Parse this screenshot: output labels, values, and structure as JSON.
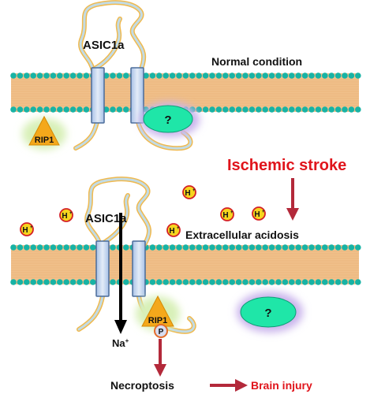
{
  "top_panel": {
    "channel_label": "ASIC1a",
    "condition_label": "Normal condition",
    "kinase_label": "RIP1",
    "unknown_label": "?"
  },
  "bottom_panel": {
    "trigger_label": "Ischemic stroke",
    "channel_label": "ASIC1a",
    "acidosis_label": "Extracellular acidosis",
    "proton_label": "H",
    "proton_charge": "+",
    "ion_label": "Na",
    "ion_charge": "+",
    "kinase_label": "RIP1",
    "phospho_label": "P",
    "unknown_label": "?",
    "necroptosis_label": "Necroptosis",
    "outcome_label": "Brain injury"
  },
  "colors": {
    "membrane_teal": "#17b3a5",
    "membrane_tail": "#f0c08a",
    "channel_fill": "#bcd0ee",
    "channel_stroke": "#4a6c9a",
    "loop_fill": "#c2dbe4",
    "loop_stroke": "#f0b94e",
    "unknown_oval": "#1fe6a8",
    "unknown_glow": "#c9b4ec",
    "kinase_triangle": "#f4a81b",
    "kinase_glow": "#d8f0b8",
    "proton_fill": "#f6d51e",
    "proton_ring": "#d42026",
    "stroke_red": "#e0141b",
    "arrow_red": "#b3293a"
  }
}
